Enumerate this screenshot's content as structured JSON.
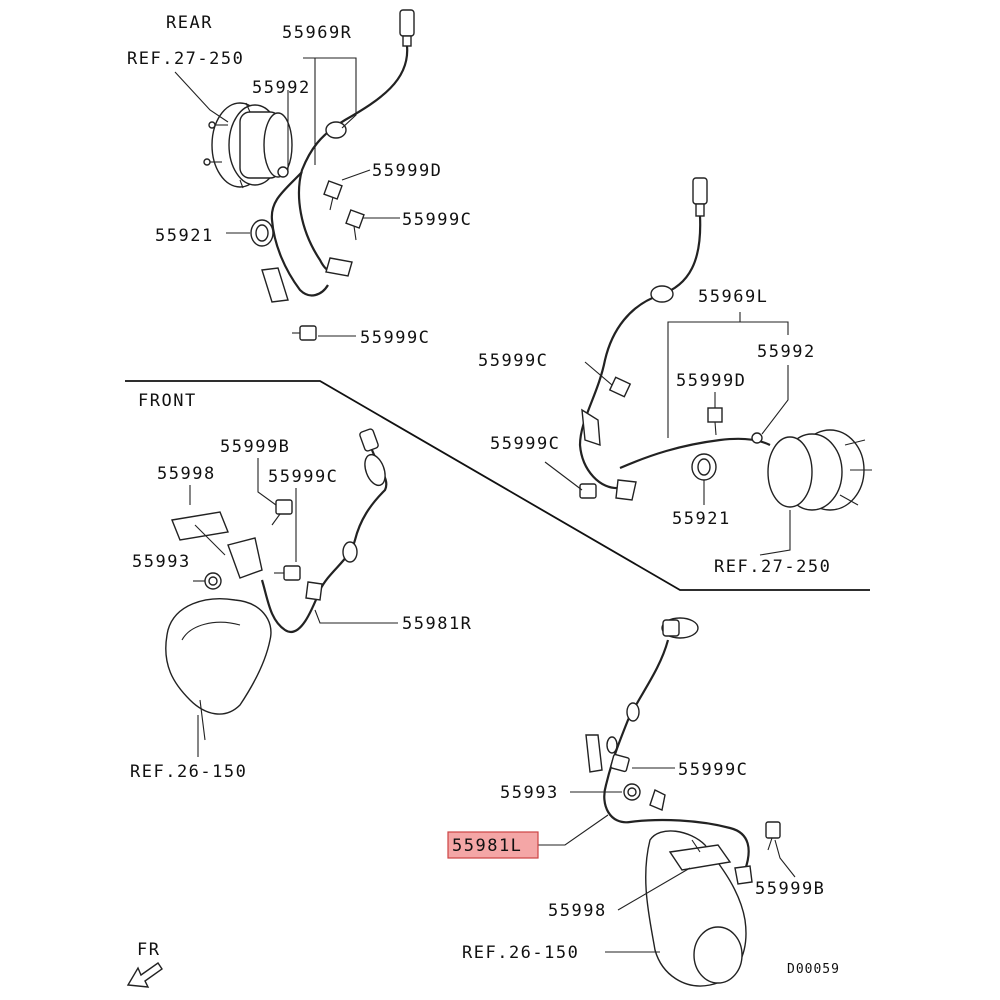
{
  "sections": {
    "rear": "REAR",
    "front": "FRONT"
  },
  "labels": {
    "rear_ref": "REF.27-250",
    "p55969R": "55969R",
    "rear_55992": "55992",
    "rear_55999D": "55999D",
    "rear_55999C_a": "55999C",
    "rear_55921": "55921",
    "rear_55999C_b": "55999C",
    "p55969L": "55969L",
    "r2_55999C_a": "55999C",
    "r2_55992": "55992",
    "r2_55999D": "55999D",
    "r2_55999C_b": "55999C",
    "r2_55921": "55921",
    "r2_ref": "REF.27-250",
    "f_55999B": "55999B",
    "f_55998": "55998",
    "f_55999C": "55999C",
    "f_55993": "55993",
    "p55981R": "55981R",
    "f_ref": "REF.26-150",
    "f2_55999C": "55999C",
    "f2_55993": "55993",
    "p55981L": "55981L",
    "f2_55999B": "55999B",
    "f2_55998": "55998",
    "f2_ref": "REF.26-150",
    "fr": "FR",
    "code": "D00059"
  },
  "highlight": {
    "part": "55981L",
    "color": "#f4a6a6"
  }
}
